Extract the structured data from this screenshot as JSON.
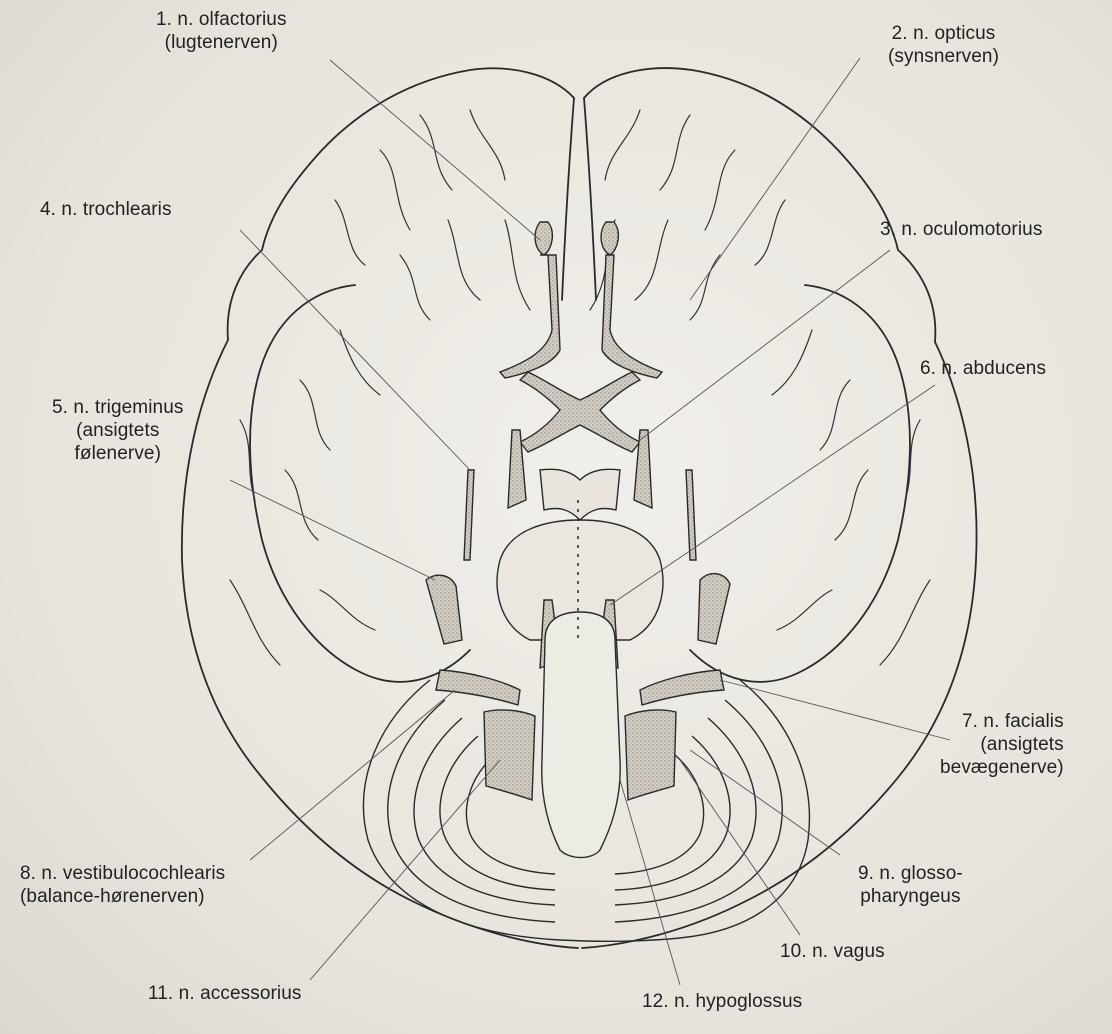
{
  "labels": {
    "olfactorius": [
      "1. n. olfactorius",
      "(lugtenerven)"
    ],
    "opticus": [
      "2. n. opticus",
      "(synsnerven)"
    ],
    "oculomotorius": [
      "3. n. oculomotorius"
    ],
    "trochlearis": [
      "4. n. trochlearis"
    ],
    "trigeminus": [
      "5. n. trigeminus",
      "(ansigtets",
      "følenerve)"
    ],
    "abducens": [
      "6. n. abducens"
    ],
    "facialis": [
      "7. n. facialis",
      "(ansigtets",
      "bevægenerve)"
    ],
    "vestibulocochlearis": [
      "8. n. vestibulocochlearis",
      "(balance-hørenerven)"
    ],
    "glossopharyngeus": [
      "9. n. glosso-",
      "pharyngeus"
    ],
    "vagus": [
      "10. n. vagus"
    ],
    "accessorius": [
      "11. n. accessorius"
    ],
    "hypoglossus": [
      "12. n. hypoglossus"
    ]
  },
  "colors": {
    "ink": "#2a2a2a",
    "nerve_fill": "#c9c4bb",
    "text": "#222222"
  }
}
